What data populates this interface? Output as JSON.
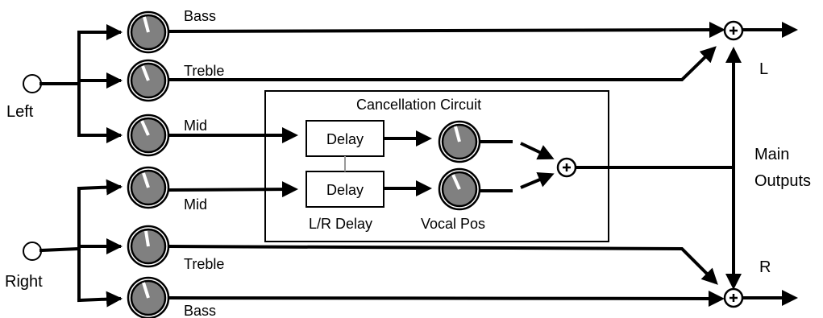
{
  "inputs": {
    "left_label": "Left",
    "right_label": "Right"
  },
  "knobs": {
    "bass": "Bass",
    "treble": "Treble",
    "mid": "Mid"
  },
  "cancellation_circuit": {
    "title": "Cancellation Circuit",
    "delay_label": "Delay",
    "lr_delay_label": "L/R Delay",
    "vocal_pos_label": "Vocal Pos"
  },
  "outputs": {
    "left_label": "L",
    "right_label": "R",
    "main_outputs_line1": "Main",
    "main_outputs_line2": "Outputs"
  },
  "colors": {
    "line": "#000000",
    "knob_fill": "#808080",
    "background": "#ffffff"
  }
}
